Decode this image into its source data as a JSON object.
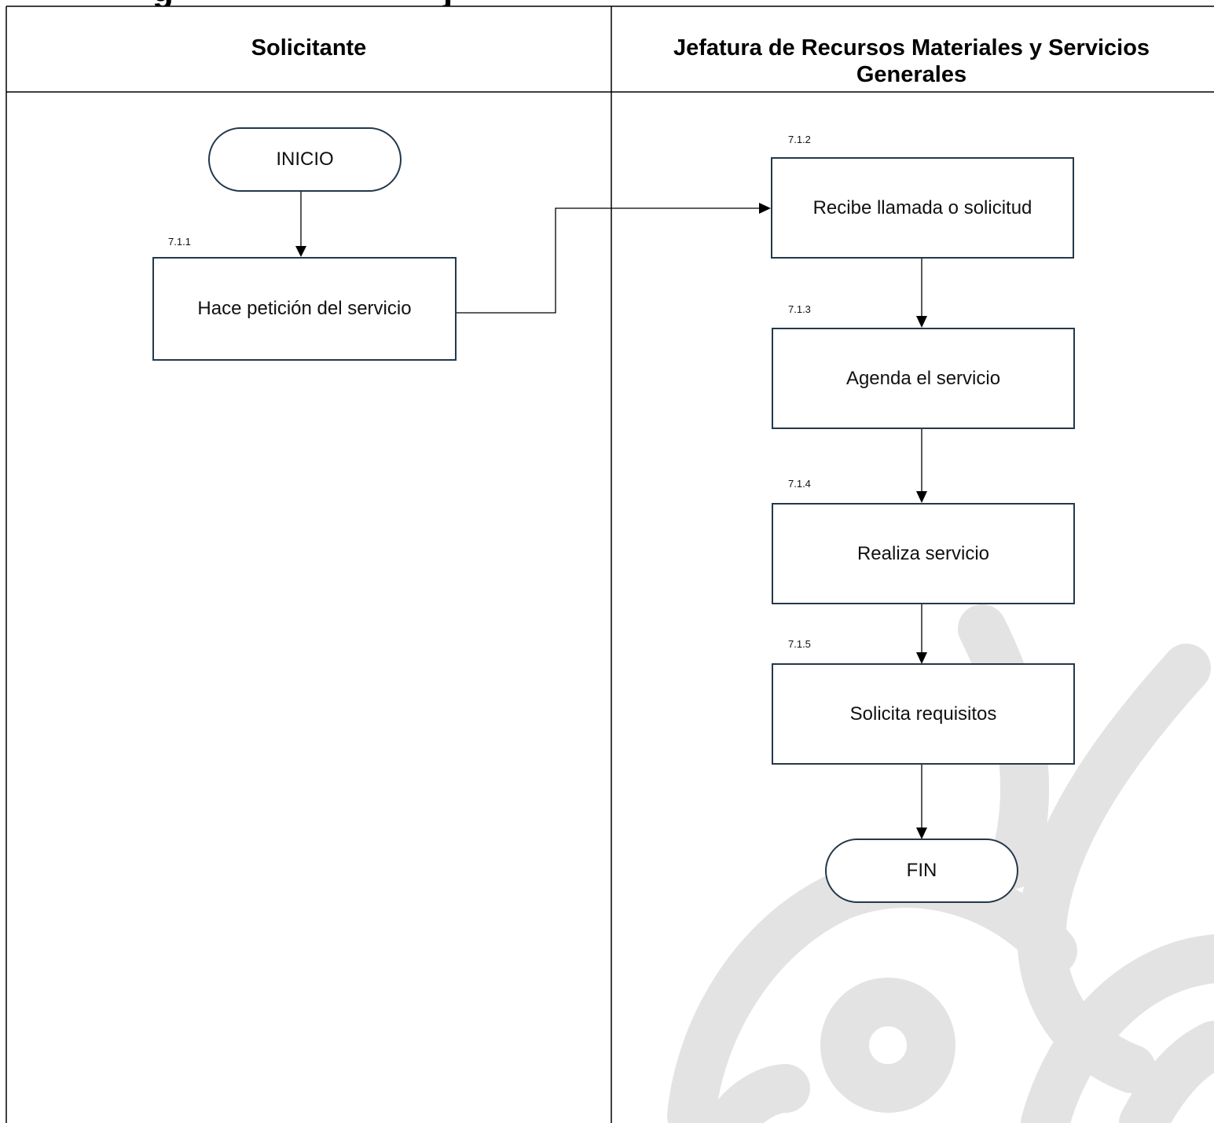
{
  "header_fragment": "...g... ...j...",
  "lanes": {
    "left": "Solicitante",
    "right": "Jefatura de Recursos Materiales y Servicios Generales"
  },
  "nodes": {
    "start": "INICIO",
    "n711": {
      "num": "7.1.1",
      "label": "Hace petición del servicio"
    },
    "n712": {
      "num": "7.1.2",
      "label": "Recibe llamada o solicitud"
    },
    "n713": {
      "num": "7.1.3",
      "label": "Agenda el servicio"
    },
    "n714": {
      "num": "7.1.4",
      "label": "Realiza servicio"
    },
    "n715": {
      "num": "7.1.5",
      "label": "Solicita requisitos"
    },
    "end": "FIN"
  },
  "colors": {
    "line": "#000000",
    "box_border": "#24384a",
    "watermark": "#e3e3e3"
  }
}
